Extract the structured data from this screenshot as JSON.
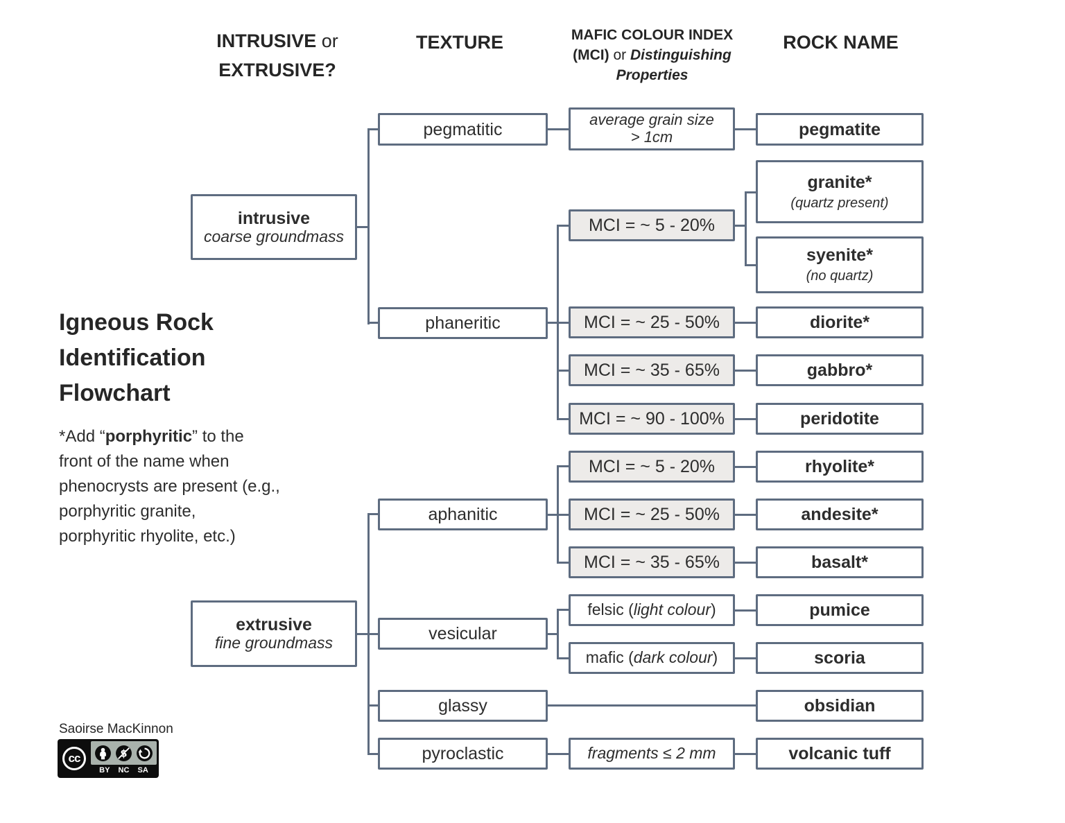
{
  "page": {
    "background": "#ffffff",
    "border_color": "#5e6c80",
    "mci_fill": "#edebe9",
    "text_color": "#2d2d2d"
  },
  "headers": {
    "col1_line1_bold": "INTRUSIVE",
    "col1_line1_normal": " or",
    "col1_line2_bold": "EXTRUSIVE?",
    "col2": "TEXTURE",
    "col3_line1": "MAFIC COLOUR INDEX",
    "col3_line2_bold": "(MCI) ",
    "col3_line2_normal": "or ",
    "col3_line2_bolditalic": "Distinguishing",
    "col3_line3": "Properties",
    "col4": "ROCK NAME"
  },
  "title": {
    "line1": "Igneous Rock",
    "line2": "Identification",
    "line3": "Flowchart"
  },
  "footnote": {
    "l1_pre": "*Add “",
    "l1_bold": "porphyritic",
    "l1_post": "” to the",
    "l2": "front of the name when",
    "l3": "phenocrysts are present (e.g.,",
    "l4": "porphyritic granite,",
    "l5": "porphyritic rhyolite, etc.)"
  },
  "credit": "Saoirse MacKinnon",
  "license": {
    "cc": "cc",
    "by": "BY",
    "nc": "NC",
    "sa": "SA"
  },
  "boxes": {
    "pegmatitic": "pegmatitic",
    "grain_line1": "average grain size",
    "grain_line2": "> 1cm",
    "pegmatite": "pegmatite",
    "granite_name": "granite*",
    "granite_sub": "(quartz present)",
    "syenite_name": "syenite*",
    "syenite_sub": "(no quartz)",
    "intrusive_name": "intrusive",
    "intrusive_sub": "coarse groundmass",
    "mci_5_20": "MCI = ~ 5 - 20%",
    "phaneritic": "phaneritic",
    "mci_25_50": "MCI = ~ 25 - 50%",
    "diorite": "diorite*",
    "mci_35_65": "MCI = ~ 35 - 65%",
    "gabbro": "gabbro*",
    "mci_90_100": "MCI = ~ 90 - 100%",
    "peridotite": "peridotite",
    "rhyolite": "rhyolite*",
    "aphanitic": "aphanitic",
    "andesite": "andesite*",
    "basalt": "basalt*",
    "felsic_pre": "felsic (",
    "felsic_italic": "light colour",
    "felsic_post": ")",
    "pumice": "pumice",
    "extrusive_name": "extrusive",
    "extrusive_sub": "fine groundmass",
    "vesicular": "vesicular",
    "mafic_pre": "mafic (",
    "mafic_italic": "dark colour",
    "mafic_post": ")",
    "scoria": "scoria",
    "glassy": "glassy",
    "obsidian": "obsidian",
    "pyroclastic": "pyroclastic",
    "fragments": "fragments ≤ 2 mm",
    "volcanic_tuff": "volcanic tuff"
  }
}
